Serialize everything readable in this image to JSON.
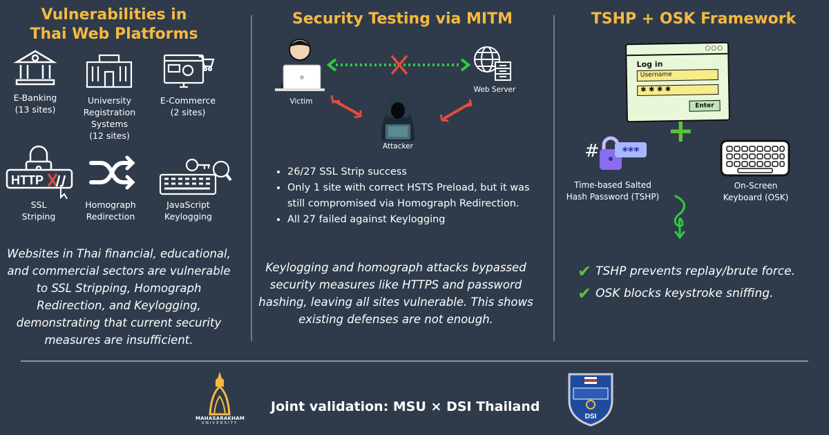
{
  "col1": {
    "title_line1": "Vulnerabilities in",
    "title_line2": "Thai Web Platforms",
    "sectors": [
      {
        "label": "E-Banking",
        "sub": "(13 sites)"
      },
      {
        "label": "University Registration Systems",
        "sub": "(12 sites)"
      },
      {
        "label": "E-Commerce",
        "sub": "(2 sites)"
      }
    ],
    "attacks": [
      {
        "label": "SSL Striping"
      },
      {
        "label": "Homograph Redirection"
      },
      {
        "label": "JavaScript Keylogging"
      }
    ],
    "http_text": "HTTP",
    "summary": "Websites in Thai financial, educational, and commercial sectors are vulnerable to SSL Stripping, Homograph Redirection, and Keylogging, demonstrating that current security measures are insufficient."
  },
  "col2": {
    "title": "Security Testing via MITM",
    "victim_label": "Victim",
    "server_label": "Web Server",
    "attacker_label": "Attacker",
    "bullets": [
      "26/27 SSL Strip success",
      "Only 1 site with correct HSTS Preload, but it was still compromised via Homograph Redirection.",
      "All 27 failed against Keylogging"
    ],
    "summary": "Keylogging and homograph attacks bypassed security measures like HTTPS and password hashing, leaving all sites vulnerable. This shows existing defenses are not enough."
  },
  "col3": {
    "title": "TSHP + OSK Framework",
    "login": {
      "heading": "Log in",
      "username_placeholder": "Username",
      "password_mask": "✱ ✱ ✱ ✱",
      "enter_label": "Enter"
    },
    "plus": "+",
    "tshp_label": "Time-based Salted Hash Password (TSHP)",
    "osk_label": "On-Screen Keyboard (OSK)",
    "hash_symbol": "#",
    "stars": "***",
    "checks": [
      "TSHP prevents replay/brute force.",
      "OSK blocks keystroke sniffing."
    ]
  },
  "footer": {
    "text": "Joint validation: MSU × DSI Thailand",
    "msu_name": "MAHASARAKHAM",
    "msu_sub": "UNIVERSITY",
    "dsi_text": "DSI"
  },
  "colors": {
    "background": "#2f3b4a",
    "accent": "#f5b942",
    "safe_arrow": "#2ecc40",
    "danger": "#e74c3c",
    "check": "#5cc23c",
    "login_bg": "#e9f7d9",
    "field_bg": "#f7ec8a"
  }
}
